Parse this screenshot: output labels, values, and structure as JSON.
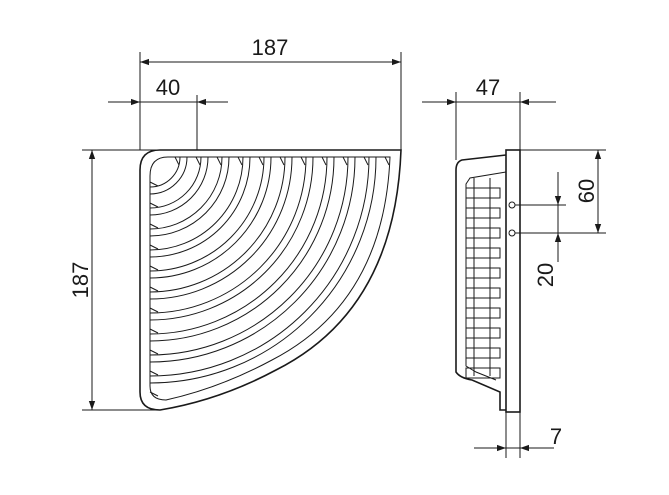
{
  "dimensions": {
    "top_width": "187",
    "top_offset": "40",
    "left_height": "187",
    "side_depth": "47",
    "side_hole_span": "60",
    "side_hole_offset": "20",
    "side_bottom": "7"
  }
}
